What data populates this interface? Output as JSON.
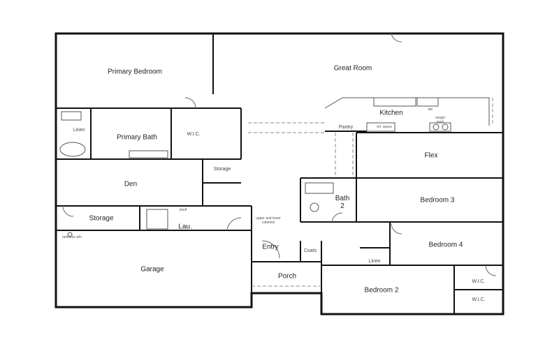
{
  "rooms": {
    "primary_bedroom": "Primary Bedroom",
    "great_room": "Great Room",
    "kitchen": "Kitchen",
    "pantry": "Pantry",
    "linen_primary": "Linen",
    "primary_bath": "Primary Bath",
    "wic_primary": "W.I.C.",
    "storage_upper": "Storage",
    "flex": "Flex",
    "den": "Den",
    "bath2": "Bath 2",
    "bedroom3": "Bedroom 3",
    "storage_lower": "Storage",
    "laundry": "Lau.",
    "entry": "Entry",
    "coats": "Coats",
    "bedroom4": "Bedroom 4",
    "linen_hall": "Linen",
    "garage": "Garage",
    "porch": "Porch",
    "bedroom2": "Bedroom 2",
    "wic_1": "W.I.C.",
    "wic_2": "W.I.C."
  },
  "annotations": {
    "dw": "dw",
    "range_oven": "range/ oven",
    "ref_space": "ref. space",
    "shelf": "shelf",
    "cabinets": "upper and lower cabinets",
    "tankless": "tankless w/h"
  },
  "colors": {
    "wall": "#111111",
    "thin": "#555555",
    "dashed": "#888888"
  }
}
